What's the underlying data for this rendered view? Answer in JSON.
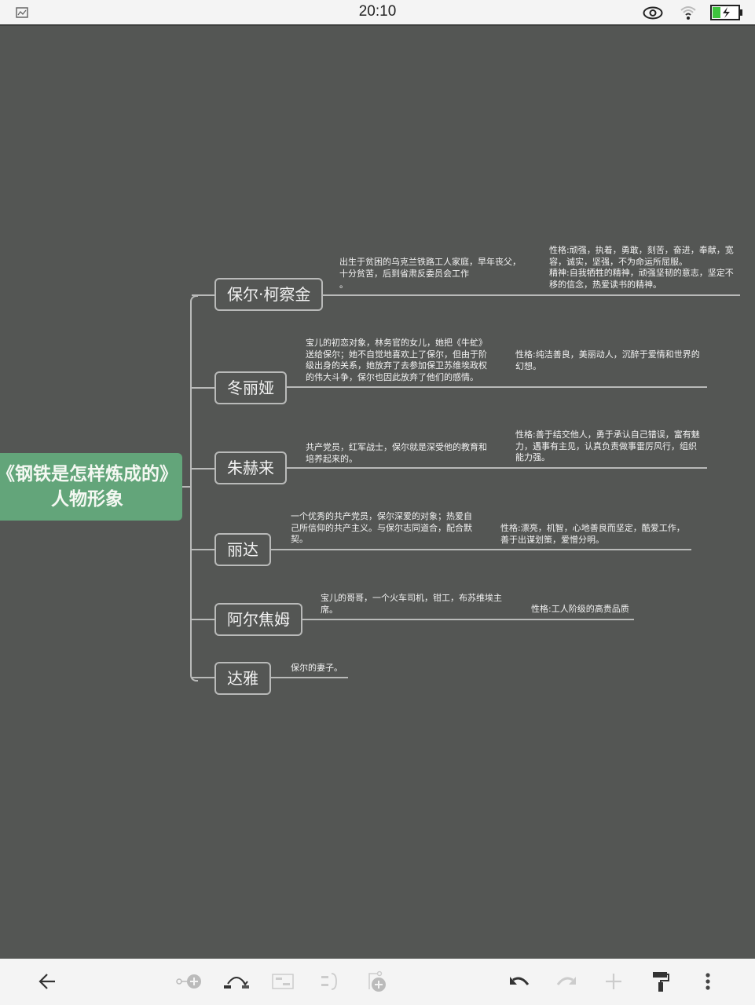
{
  "status_bar": {
    "time": "20:10",
    "icons": [
      "gallery-icon",
      "eye-icon",
      "wifi-icon",
      "battery-charging-icon"
    ]
  },
  "mindmap": {
    "root": {
      "line1": "《钢铁是怎样炼成的》",
      "line2": "人物形象",
      "color": "#63a57a"
    },
    "branches": [
      {
        "name": "保尔·柯察金",
        "description": "出生于贫困的乌克兰铁路工人家庭，早年丧父，\n十分贫苦，后到省肃反委员会工作\n。",
        "traits": "性格:顽强，执着，勇敢，刻苦，奋进，奉献，宽\n容，诚实，坚强，不为命运所屈服。\n精神:自我牺牲的精神，顽强坚韧的意志，坚定不\n移的信念，热爱读书的精神。"
      },
      {
        "name": "冬丽娅",
        "description": "宝儿的初恋对象，林务官的女儿，她把《牛虻》\n送给保尔；她不自觉地喜欢上了保尔，但由于阶\n级出身的关系，她放弃了去参加保卫苏维埃政权\n的伟大斗争，保尔也因此放弃了他们的感情。",
        "traits": "性格:纯洁善良，美丽动人，沉醉于爱情和世界的\n幻想。"
      },
      {
        "name": "朱赫来",
        "description": "共产党员，红军战士，保尔就是深受他的教育和\n培养起来的。",
        "traits": "性格:善于结交他人，勇于承认自己错误，富有魅\n力，遇事有主见，认真负责做事雷厉风行，组织\n能力强。"
      },
      {
        "name": "丽达",
        "description": "一个优秀的共产党员，保尔深爱的对象；热爱自\n己所信仰的共产主义。与保尔志同道合，配合默\n契。",
        "traits": "性格:漂亮，机智，心地善良而坚定，酷爱工作，\n善于出谋划策，爱憎分明。"
      },
      {
        "name": "阿尔焦姆",
        "description": "宝儿的哥哥，一个火车司机，钳工，布苏维埃主\n席。",
        "traits": "性格:工人阶级的高贵品质"
      },
      {
        "name": "达雅",
        "description": "保尔的妻子。",
        "traits": ""
      }
    ]
  },
  "toolbar": {
    "left": [
      "back-arrow-icon"
    ],
    "center": [
      "add-child-topic-icon",
      "relationship-icon",
      "summary-box-icon",
      "boundary-bracket-icon",
      "add-floating-topic-icon"
    ],
    "right": [
      "undo-icon",
      "redo-icon",
      "add-icon",
      "format-painter-icon",
      "more-vertical-icon"
    ]
  },
  "colors": {
    "canvas_bg": "#545654",
    "line": "#b9bab9",
    "root_fill": "#63a57a",
    "bars": "#f4f4f4"
  }
}
